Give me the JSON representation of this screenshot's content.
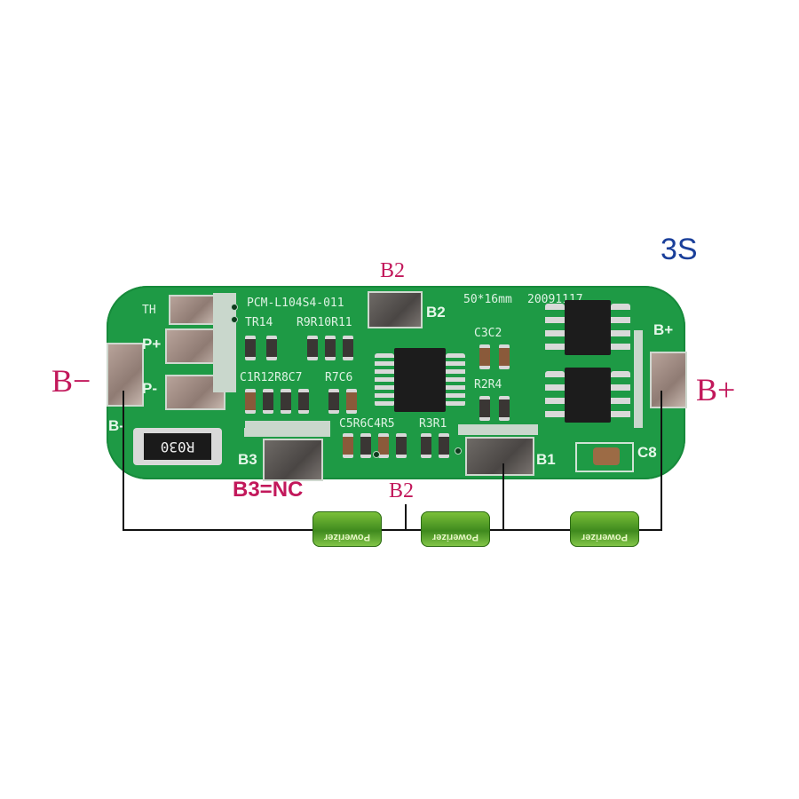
{
  "title": "3S",
  "title_color": "#1a3f9a",
  "board": {
    "model": "PCM-L104S4-011",
    "size": "50*16mm",
    "date": "20091117",
    "resistor_marking": "R030",
    "silkscreen": {
      "th": "TH",
      "p_plus": "P+",
      "p_minus": "P-",
      "b_minus": "B-",
      "b_plus": "B+",
      "b1": "B1",
      "b2": "B2",
      "b3": "B3",
      "c8": "C8",
      "row1_left": "TR14",
      "row1_mid": "R9R10R11",
      "row2_left": "C1R12R8C7",
      "row2_mid": "R7C6",
      "row3": "C5R6C4R5",
      "row3b": "R3R1",
      "c3c2": "C3C2",
      "r2r4": "R2R4"
    }
  },
  "annotations": {
    "b_minus": "B−",
    "b_plus": "B+",
    "b2_top": "B2",
    "b2_bottom": "B2",
    "b3_nc": "B3=NC"
  },
  "colors": {
    "label_magenta": "#c2185b",
    "board_green": "#1e9a45",
    "wire": "#111111"
  },
  "cells": [
    {
      "label": "Powerizer"
    },
    {
      "label": "Powerizer"
    },
    {
      "label": "Powerizer"
    }
  ]
}
